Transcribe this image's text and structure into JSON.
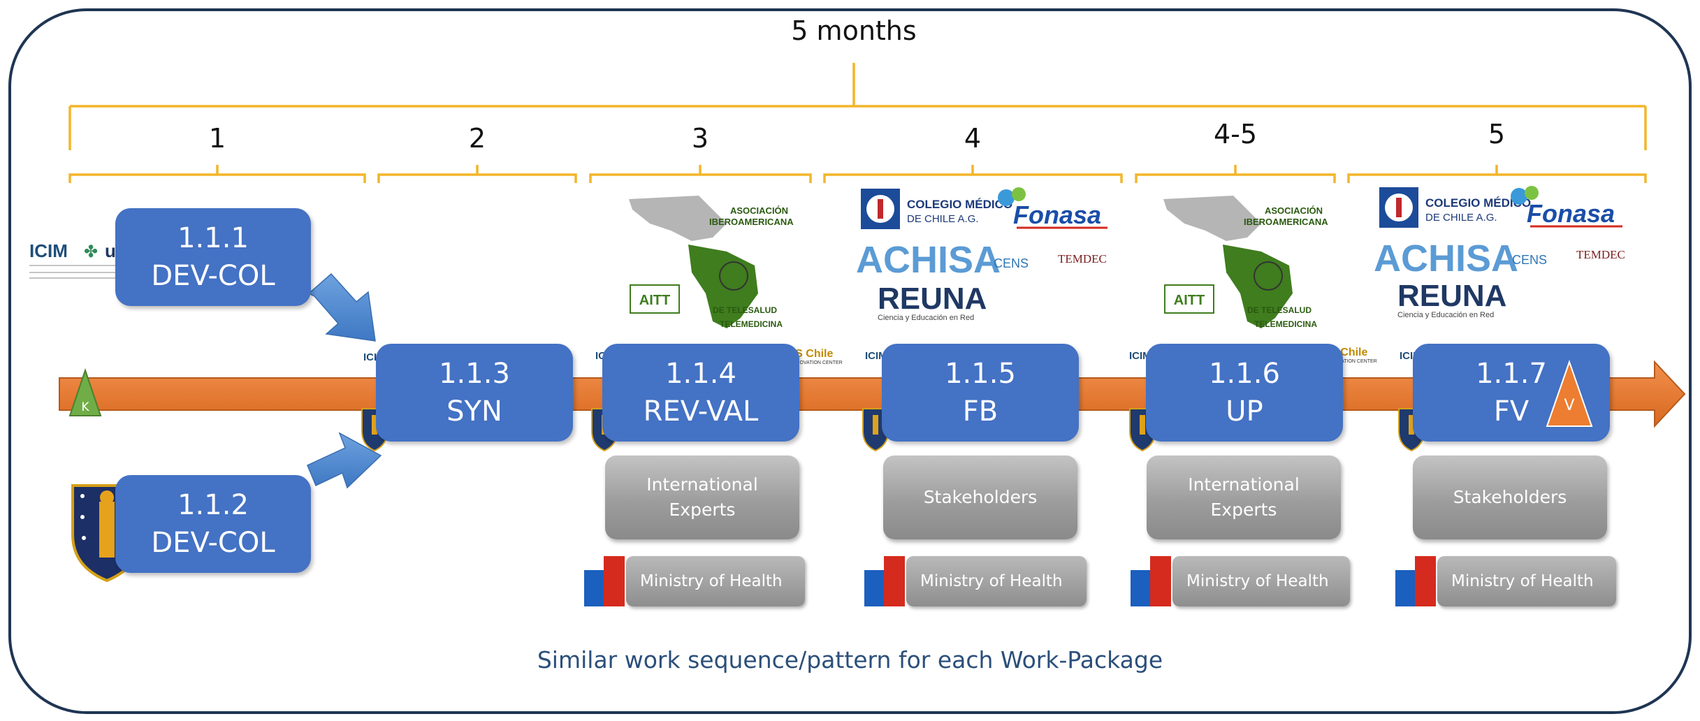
{
  "duration_label": "5 months",
  "phases": [
    {
      "label": "1"
    },
    {
      "label": "2"
    },
    {
      "label": "3"
    },
    {
      "label": "4"
    },
    {
      "label": "4-5"
    },
    {
      "label": "5"
    }
  ],
  "steps": [
    {
      "code": "1.1.1",
      "name": "DEV-COL"
    },
    {
      "code": "1.1.2",
      "name": "DEV-COL"
    },
    {
      "code": "1.1.3",
      "name": "SYN"
    },
    {
      "code": "1.1.4",
      "name": "REV-VAL"
    },
    {
      "code": "1.1.5",
      "name": "FB"
    },
    {
      "code": "1.1.6",
      "name": "UP"
    },
    {
      "code": "1.1.7",
      "name": "FV"
    }
  ],
  "markers": {
    "start": "K",
    "end": "V"
  },
  "groups": [
    {
      "line1": "International",
      "line2": "Experts"
    },
    {
      "line1": "Stakeholders",
      "line2": ""
    },
    {
      "line1": "International",
      "line2": "Experts"
    },
    {
      "line1": "Stakeholders",
      "line2": ""
    }
  ],
  "ministry_label": "Ministry of Health",
  "logos": {
    "icim": "ICIM",
    "udd": "udd",
    "colegio": "COLEGIO MÉDICO",
    "colegio_sub": "DE CHILE A.G.",
    "fonasa": "Fonasa",
    "achisa": "ACHISA",
    "reuna": "REUNA",
    "reuna_sub": "Ciencia y Educación en Red",
    "cens": "CENS",
    "tedec": "TEMDEC",
    "aitt": "AITT",
    "asociacion": "ASOCIACIÓN",
    "ibero": "IBEROAMERICANA",
    "telesalud": "DE TELESALUD",
    "telemedicina": "TELEMEDICINA",
    "ucdavis": "UCDAVIS Chile",
    "ucdavis_sub": "LIFE SCIENCES INNOVATION CENTER"
  },
  "footer": "Similar work sequence/pattern for each Work-Package",
  "colors": {
    "box_blue": "#4472c4",
    "timeline_orange": "#ed7d31",
    "bracket_yellow": "#f3b529",
    "frame_navy": "#1f3553",
    "footer_text": "#2b4f7a"
  }
}
